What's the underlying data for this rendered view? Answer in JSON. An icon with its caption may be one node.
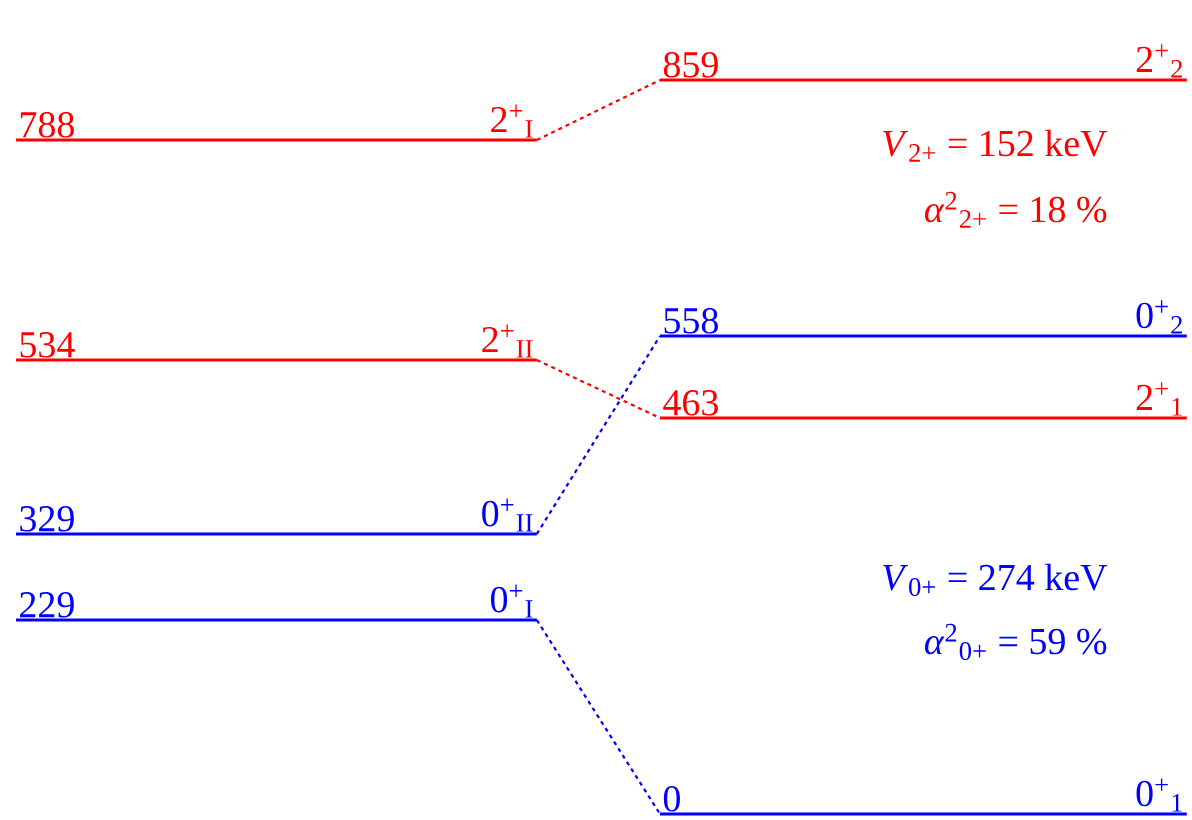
{
  "diagram": {
    "nodes": [
      {
        "text": [
          "859",
          "2$^{+}$$_{2}$"
        ]
      },
      {
        "text": [
          "788",
          "2$^{+}$$_{I}$"
        ]
      },
      {
        "text": [
          "558",
          "0$^{+}$$_{2}$"
        ]
      },
      {
        "text": [
          "534",
          "2$^{+}$$_{II}$"
        ]
      },
      {
        "text": [
          "463",
          "2$^{+}$$_{1}$"
        ]
      },
      {
        "text": [
          "329",
          "0$^{+}$$_{II}$"
        ]
      },
      {
        "text": [
          "229",
          "0$^{+}$$_{I}$"
        ]
      },
      {
        "text": [
          "0",
          "0$^{+}$$_{1}$"
        ]
      }
    ],
    "edges": [
      {
        "from": 1,
        "to": 0,
        "arrow": "none",
        "style": "dashed",
        "color": "#ff0000"
      },
      {
        "from": 3,
        "to": 4,
        "arrow": "none",
        "style": "dashed",
        "color": "#ff0000"
      },
      {
        "from": 5,
        "to": 2,
        "arrow": "none",
        "style": "dashed",
        "color": "#0000ff"
      },
      {
        "from": 6,
        "to": 7,
        "arrow": "none",
        "style": "dashed",
        "color": "#0000ff"
      }
    ],
    "labels": [
      "*V*$_{2+}$ = 152 keV",
      "*α*$^{2}$$_{2+}$ = 18 %",
      "*V*$_{0+}$ = 274 keV",
      "*α*$^{2}$$_{0+}$ = 59 %"
    ]
  }
}
